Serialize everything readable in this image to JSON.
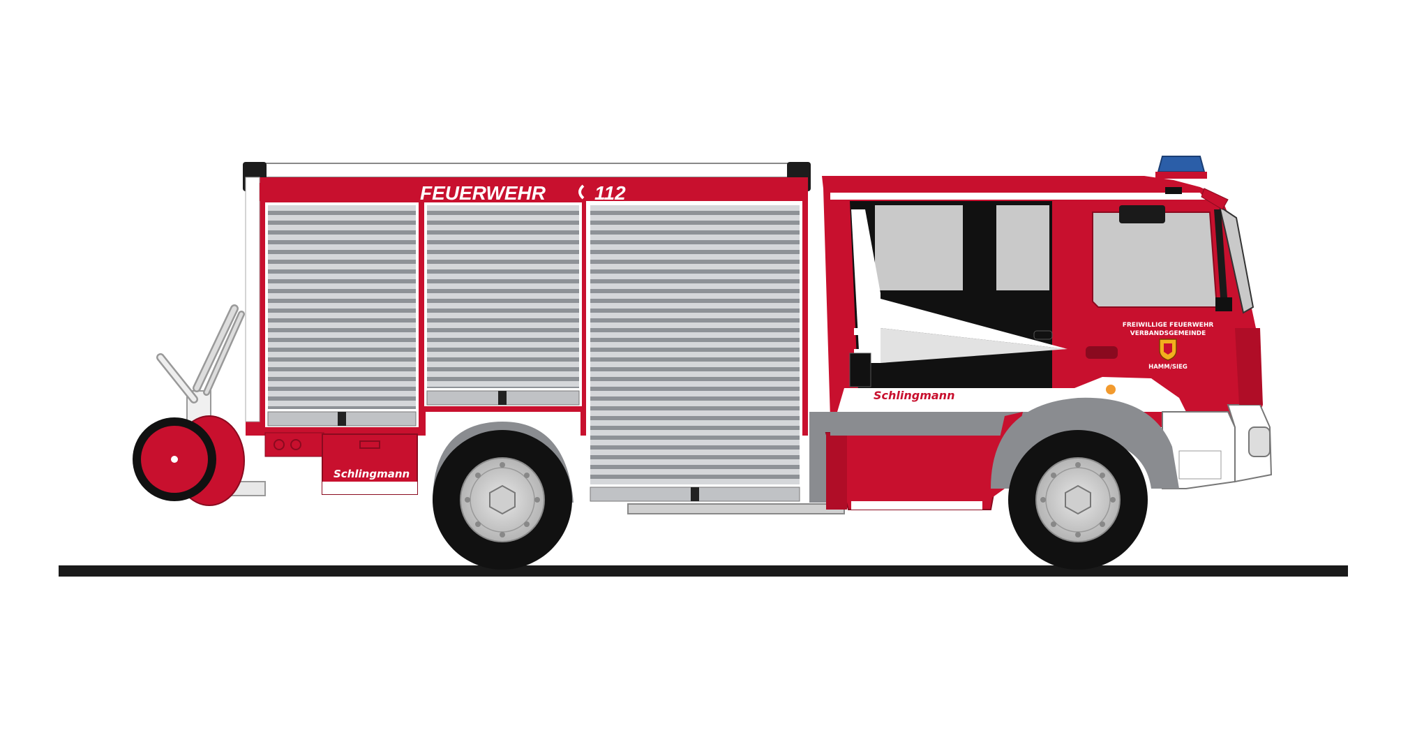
{
  "vehicle": {
    "body_sign": "FEUERWEHR",
    "emergency_number": "112",
    "builder_logo_cab": "Schlingmann",
    "builder_logo_rear": "Schlingmann",
    "door_line_1": "FREIWILLIGE FEUERWEHR",
    "door_line_2": "VERBANDSGEMEINDE",
    "door_line_3": "HAMM/SIEG"
  },
  "colors": {
    "body_red": "#c8102e",
    "shutter_grey": "#b9bcc0",
    "window_grey": "#c9c9c9",
    "tire_black": "#111111",
    "beacon_blue": "#2b5ea8",
    "ground": "#1a1a1a"
  }
}
